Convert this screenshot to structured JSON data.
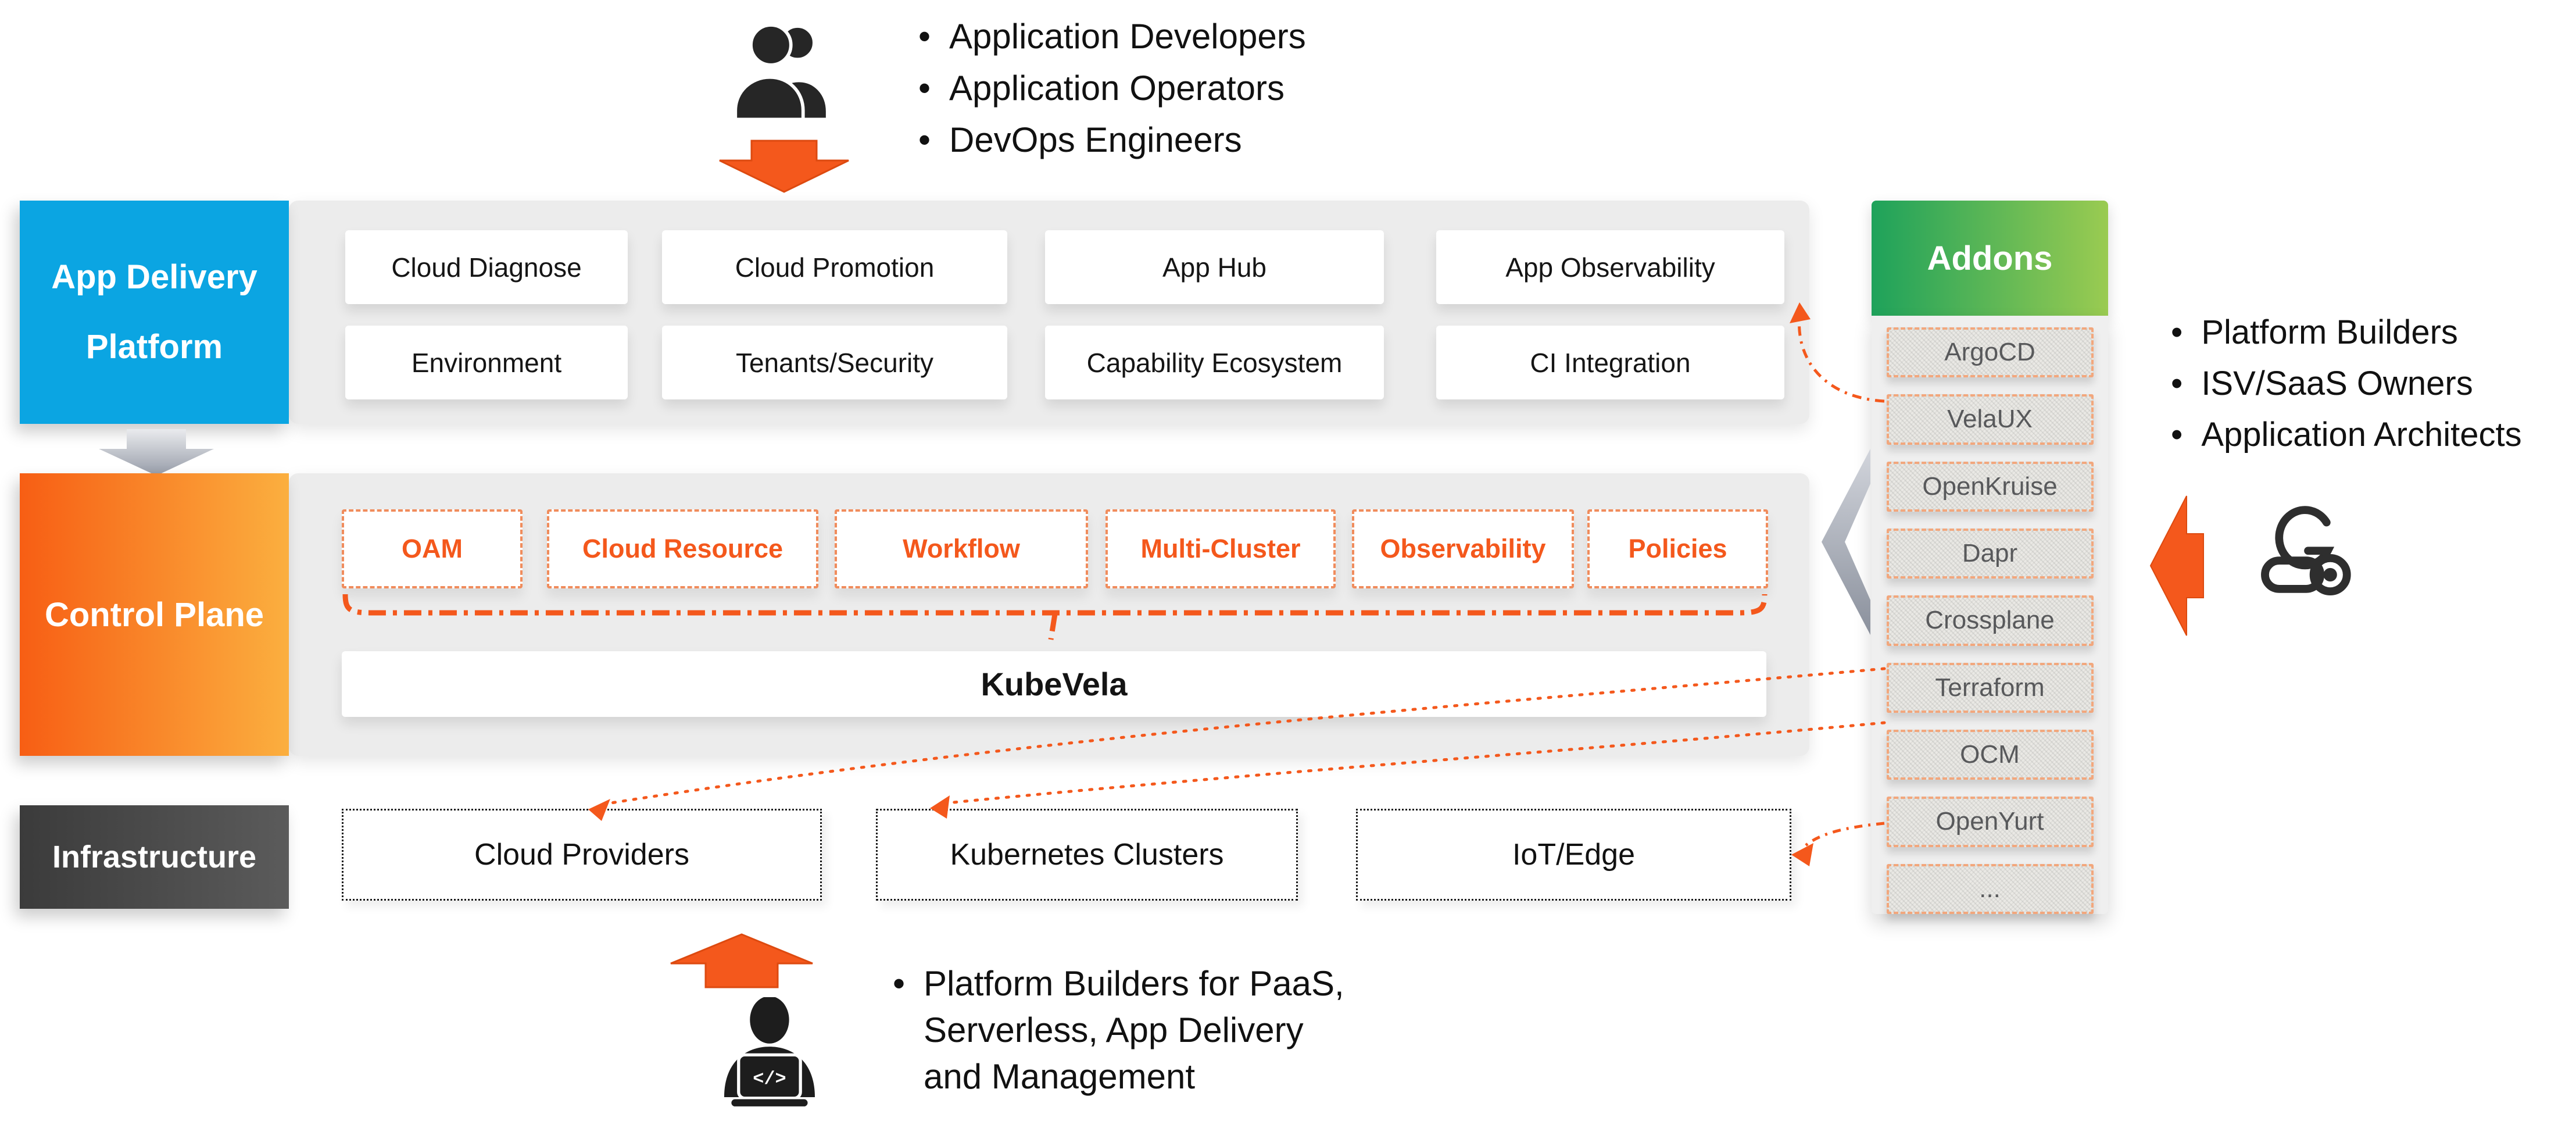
{
  "top": {
    "icon": "people-icon",
    "bullets": [
      "Application Developers",
      "Application Operators",
      "DevOps Engineers"
    ]
  },
  "layers": {
    "app_delivery": {
      "label": "App Delivery Platform",
      "label_lines": [
        "App Delivery",
        "Platform"
      ],
      "boxes": [
        "Cloud Diagnose",
        "Cloud Promotion",
        "App Hub",
        "App Observability",
        "Environment",
        "Tenants/Security",
        "Capability Ecosystem",
        "CI Integration"
      ]
    },
    "control_plane": {
      "label": "Control Plane",
      "capabilities": [
        "OAM",
        "Cloud Resource",
        "Workflow",
        "Multi-Cluster",
        "Observability",
        "Policies"
      ],
      "core": "KubeVela"
    },
    "infrastructure": {
      "label": "Infrastructure",
      "targets": [
        "Cloud Providers",
        "Kubernetes Clusters",
        "IoT/Edge"
      ]
    }
  },
  "addons": {
    "title": "Addons",
    "items": [
      "ArgoCD",
      "VelaUX",
      "OpenKruise",
      "Dapr",
      "Crossplane",
      "Terraform",
      "OCM",
      "OpenYurt",
      "..."
    ]
  },
  "right": {
    "bullets": [
      "Platform Builders",
      "ISV/SaaS Owners",
      "Application Architects"
    ]
  },
  "bottom": {
    "bullets": [
      "Platform Builders for PaaS,",
      "Serverless, App Delivery",
      "and Management"
    ]
  },
  "glyphs": {
    "bullet": "•",
    "code": "</>"
  },
  "colors": {
    "accent_orange": "#F4581C",
    "blue": "#0BA5E2",
    "orange_gradient": [
      "#F75E14",
      "#FBAF3F"
    ],
    "green_gradient": [
      "#1EA25B",
      "#9ACB51"
    ],
    "dark_gradient": [
      "#3B3B3B",
      "#5B5B5B"
    ],
    "container_gray": "#ECECEC"
  }
}
